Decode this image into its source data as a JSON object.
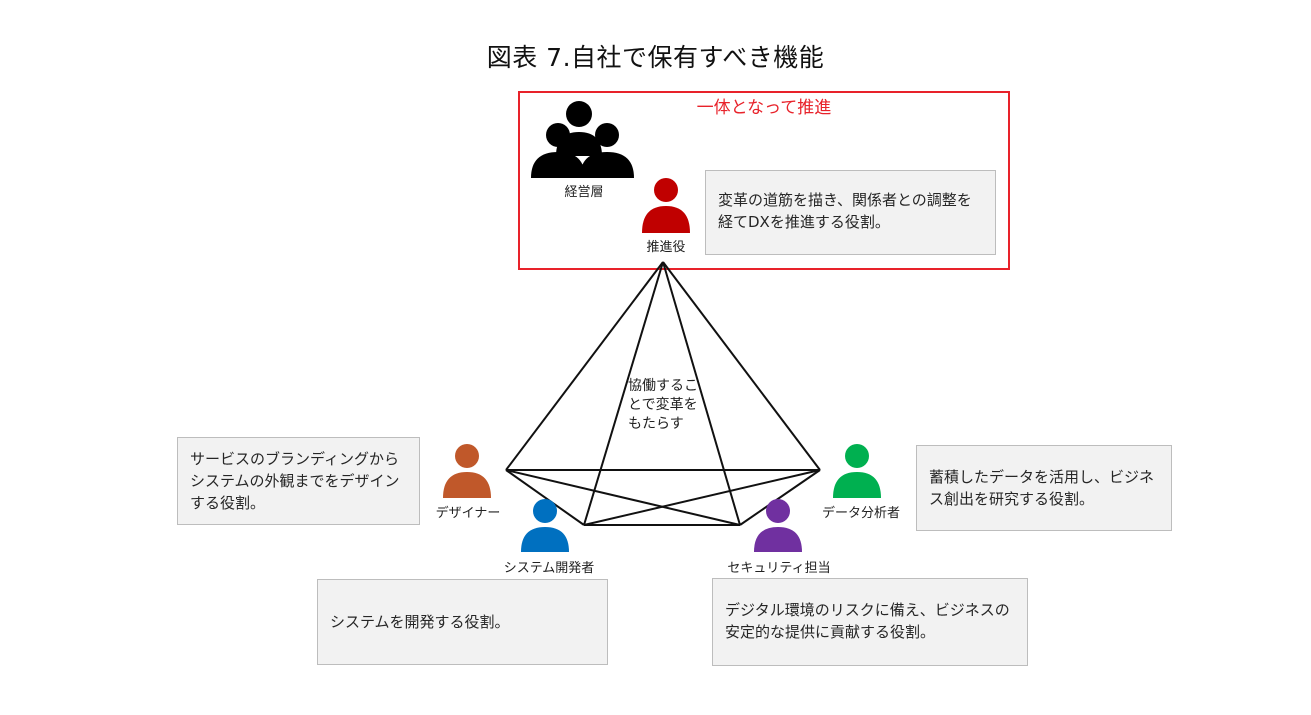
{
  "title": "図表 7.自社で保有すべき機能",
  "team": {
    "caption": "一体となって推進",
    "color": "#e8222a"
  },
  "center": {
    "text": "協働することで変革をもたらす"
  },
  "roles": {
    "management": {
      "label": "経営層",
      "color": "#000000"
    },
    "promoter": {
      "label": "推進役",
      "color": "#c00000",
      "description": "変革の道筋を描き、関係者との調整を経てDXを推進する役割。"
    },
    "designer": {
      "label": "デザイナー",
      "color": "#c0582a",
      "description": "サービスのブランディングからシステムの外観までをデザインする役割。"
    },
    "developer": {
      "label": "システム開発者",
      "color": "#0070c0",
      "description": "システムを開発する役割。"
    },
    "security": {
      "label": "セキュリティ担当",
      "color": "#7030a0",
      "description": "デジタル環境のリスクに備え、ビジネスの安定的な提供に貢献する役割。"
    },
    "analyst": {
      "label": "データ分析者",
      "color": "#00b050",
      "description": "蓄積したデータを活用し、ビジネス創出を研究する役割。"
    }
  }
}
